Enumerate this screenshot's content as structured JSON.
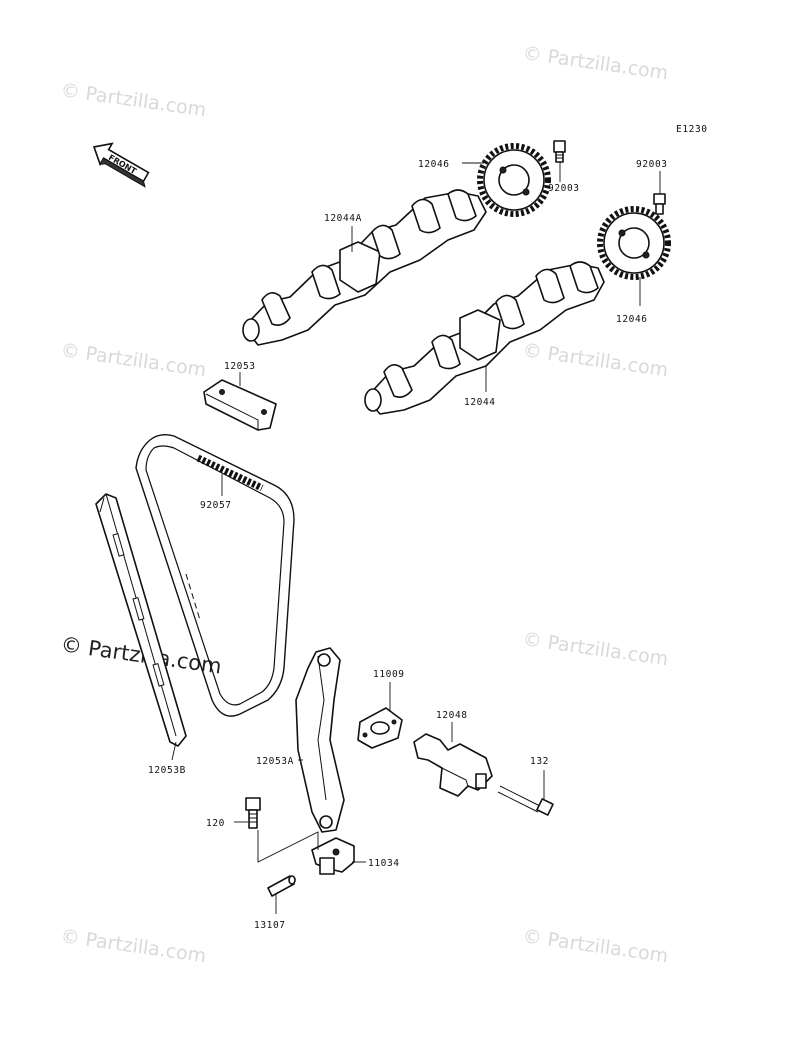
{
  "diagram_code": "E1230",
  "front_indicator": "FRONT",
  "watermark": "© Partzilla.com",
  "parts": {
    "p12046_top": "12046",
    "p92003_top": "92003",
    "p92003_right": "92003",
    "p12044A": "12044A",
    "p12046_right": "12046",
    "p12053": "12053",
    "p12044": "12044",
    "p92057": "92057",
    "p11009": "11009",
    "p12048": "12048",
    "p12053A": "12053A",
    "p132": "132",
    "p12053B": "12053B",
    "p120": "120",
    "p11034": "11034",
    "p13107": "13107"
  }
}
